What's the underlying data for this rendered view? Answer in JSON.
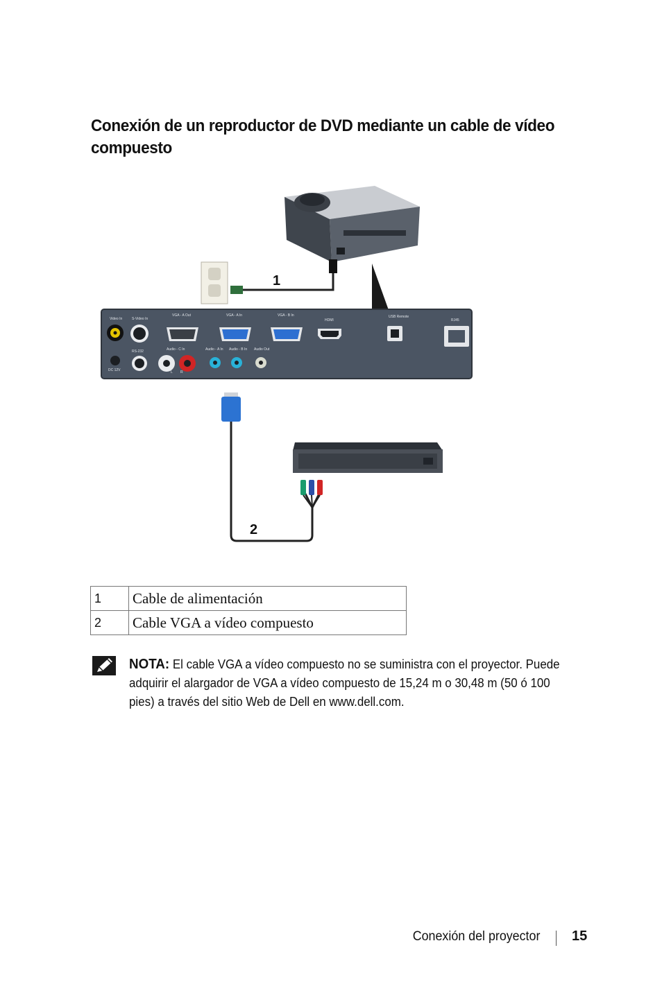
{
  "heading": "Conexión de un reproductor de DVD mediante un cable de vídeo compuesto",
  "diagram": {
    "callout_1": "1",
    "callout_2": "2",
    "ports": {
      "video_in": "Video In",
      "svideo_in": "S-Video In",
      "vga_a_out": "VGA - A Out",
      "vga_a_in": "VGA - A In",
      "vga_b_in": "VGA - B In",
      "hdmi": "HDMI",
      "usb_remote": "USB Remote",
      "rj45": "RJ45",
      "rs232": "RS-232",
      "audio_c_in": "Audio - C In",
      "audio_a_in": "Audio - A In",
      "audio_b_in": "Audio - B In",
      "audio_out": "Audio Out",
      "dc_12v": "DC 12V",
      "l": "L",
      "r": "R"
    }
  },
  "legend": [
    {
      "num": "1",
      "text": "Cable de alimentación"
    },
    {
      "num": "2",
      "text": "Cable VGA a vídeo compuesto"
    }
  ],
  "note": {
    "label": "NOTA:",
    "text_before": " El cable VGA a vídeo compuesto no se suministra con el proyector. Puede adquirir el alargador de VGA a vídeo compuesto de 15,24 m o 30,48 m (50 ó 100 pies) a través del sitio Web de Dell en ",
    "link": "www.dell.com",
    "text_after": "."
  },
  "footer": {
    "section": "Conexión del proyector",
    "page": "15"
  }
}
